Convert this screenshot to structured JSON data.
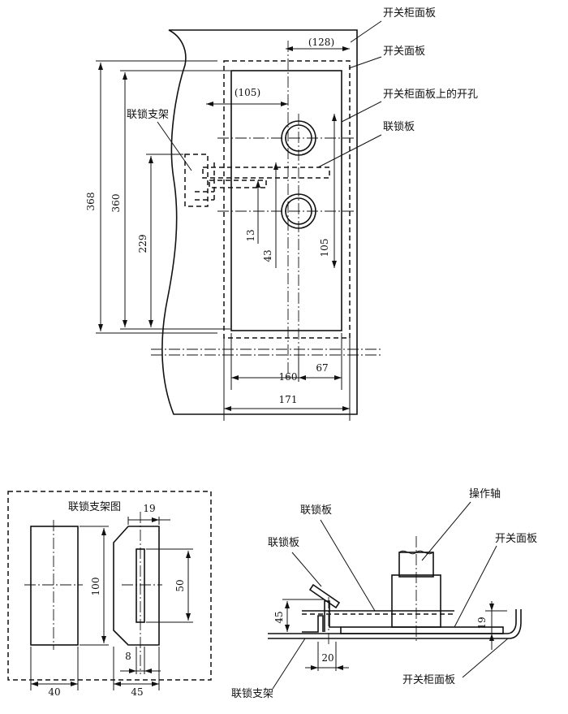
{
  "labels": {
    "cabinet_panel": "开关柜面板",
    "switch_panel": "开关面板",
    "panel_hole": "开关柜面板上的开孔",
    "interlock_plate": "联锁板",
    "interlock_bracket": "联锁支架",
    "bracket_drawing_title": "联锁支架图",
    "interlock_plate_b1": "联锁板",
    "interlock_plate_b2": "联锁板",
    "operating_shaft": "操作轴",
    "switch_panel_b": "开关面板",
    "bracket_b": "联锁支架",
    "cabinet_panel_b": "开关柜面板"
  },
  "dims": {
    "d128": "(128)",
    "d105p": "(105)",
    "d368": "368",
    "d360": "360",
    "d229": "229",
    "d13": "13",
    "d43": "43",
    "d105": "105",
    "d160": "160",
    "d67": "67",
    "d171": "171",
    "b19": "19",
    "b100": "100",
    "b50": "50",
    "b8": "8",
    "b40": "40",
    "b45": "45",
    "c45": "45",
    "c20": "20",
    "c19": "19"
  }
}
